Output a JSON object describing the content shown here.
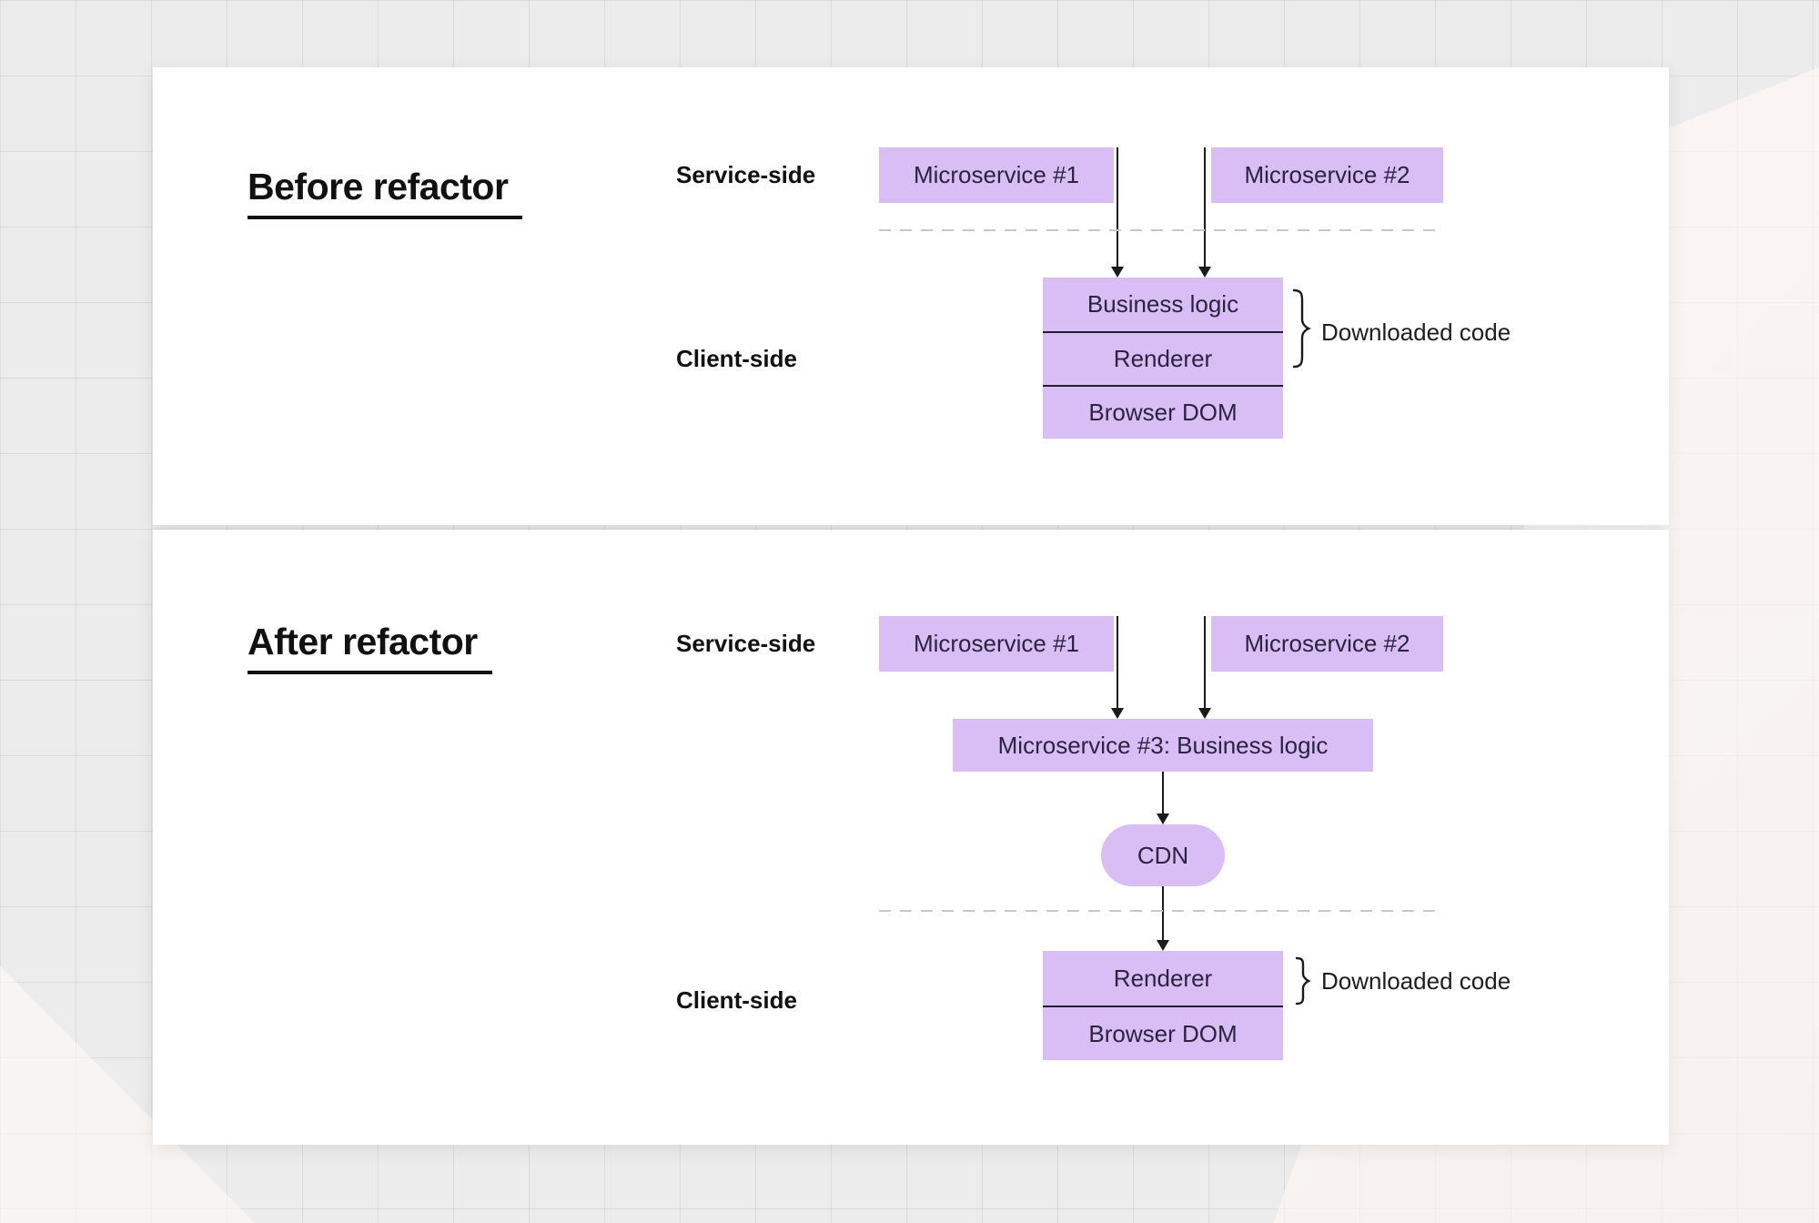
{
  "colors": {
    "box_fill": "#d9bef6",
    "box_text": "#2b2340",
    "connector": "#1a1a1a",
    "dashed_line": "#c7c7c7",
    "heading_text": "#111111"
  },
  "before_panel": {
    "title": "Before refactor",
    "service_side_label": "Service-side",
    "client_side_label": "Client-side",
    "boxes": {
      "microservice1": "Microservice #1",
      "microservice2": "Microservice #2"
    },
    "client_stack": [
      "Business logic",
      "Renderer",
      "Browser DOM"
    ],
    "brace_label": "Downloaded code"
  },
  "after_panel": {
    "title": "After refactor",
    "service_side_label": "Service-side",
    "client_side_label": "Client-side",
    "boxes": {
      "microservice1": "Microservice #1",
      "microservice2": "Microservice #2",
      "microservice3": "Microservice #3: Business logic",
      "cdn": "CDN"
    },
    "client_stack": [
      "Renderer",
      "Browser DOM"
    ],
    "brace_label": "Downloaded code"
  }
}
